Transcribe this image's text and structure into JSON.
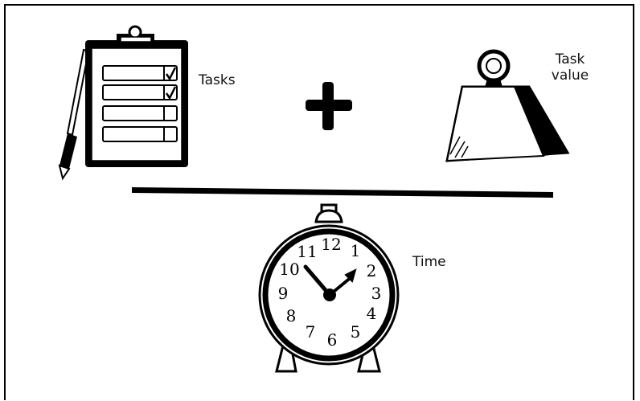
{
  "labels": {
    "tasks": "Tasks",
    "task_value_line1": "Task",
    "task_value_line2": "value",
    "time": "Time"
  },
  "operator": "+",
  "clock_numerals": [
    "12",
    "1",
    "2",
    "3",
    "4",
    "5",
    "6",
    "7",
    "8",
    "9",
    "10",
    "11"
  ],
  "colors": {
    "ink": "#000000",
    "paper": "#ffffff"
  }
}
